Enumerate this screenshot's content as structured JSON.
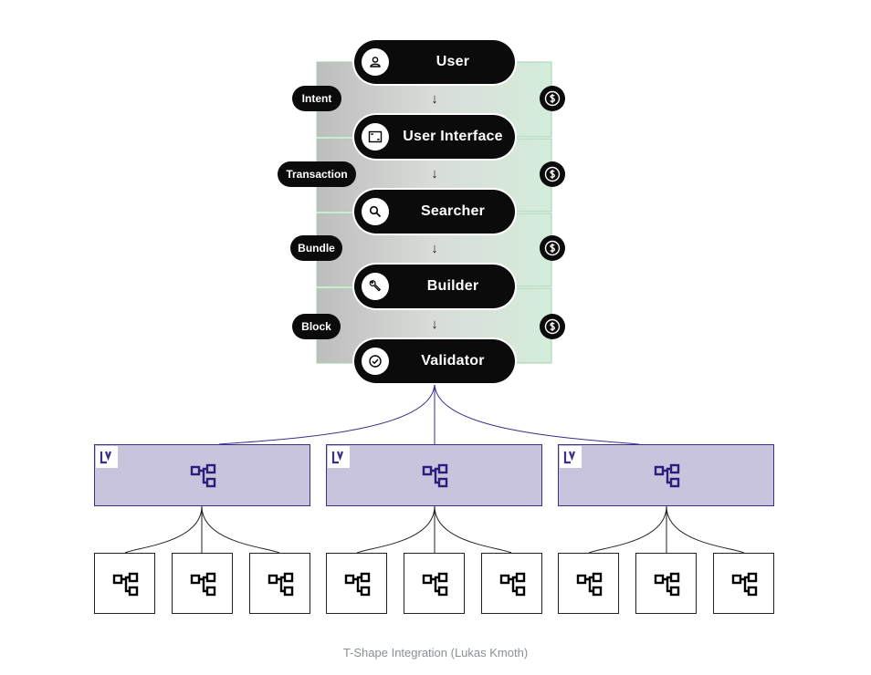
{
  "stack": [
    {
      "label": "User",
      "icon": "user-icon"
    },
    {
      "label": "User Interface",
      "icon": "window-icon"
    },
    {
      "label": "Searcher",
      "icon": "search-icon"
    },
    {
      "label": "Builder",
      "icon": "wrench-icon"
    },
    {
      "label": "Validator",
      "icon": "check-circle-icon"
    }
  ],
  "flow_labels": [
    "Intent",
    "Transaction",
    "Bundle",
    "Block"
  ],
  "payment_icon": "dollar-coin-icon",
  "down_arrow": "↓",
  "hubs": [
    {
      "logo": "lv-logo-icon",
      "icon": "node-graph-icon"
    },
    {
      "logo": "lv-logo-icon",
      "icon": "node-graph-icon"
    },
    {
      "logo": "lv-logo-icon",
      "icon": "node-graph-icon"
    }
  ],
  "leaf_icon": "node-graph-icon",
  "colors": {
    "pill": "#0b0b0b",
    "left_band": "#c2c2c2",
    "right_band": "#d7eedd",
    "right_band_edge": "#88cc99",
    "hub_fill": "#c9c4dd",
    "hub_border": "#3a2e8c"
  },
  "caption": "T-Shape Integration (Lukas Kmoth)"
}
